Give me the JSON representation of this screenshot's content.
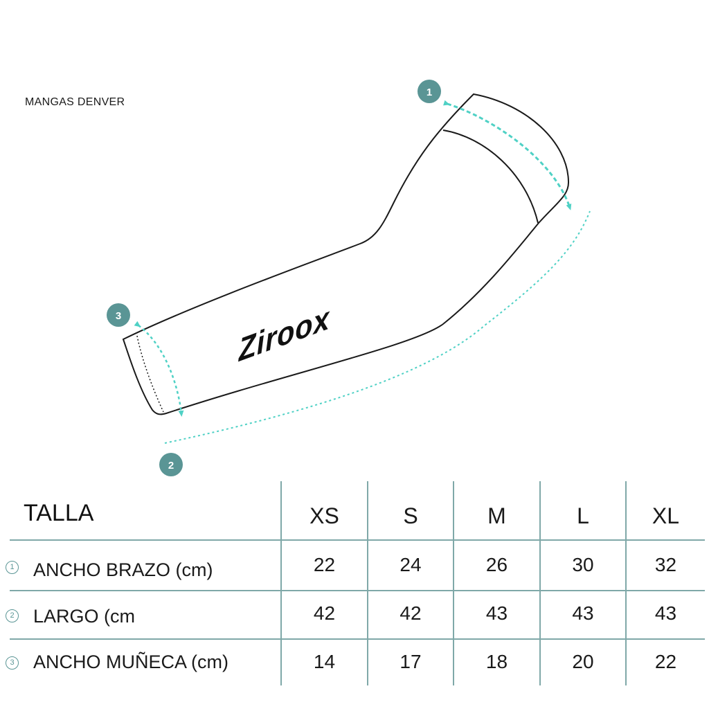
{
  "product": {
    "title": "MANGAS DENVER"
  },
  "illustration": {
    "brand": "Zirоox",
    "badges": [
      "1",
      "2",
      "3"
    ],
    "colors": {
      "badge": "#5a9595",
      "measure_line": "#4fd1c5",
      "outline": "#1a1a1a"
    }
  },
  "table": {
    "header_label": "TALLA",
    "sizes": [
      "XS",
      "S",
      "M",
      "L",
      "XL"
    ],
    "rows": [
      {
        "num": "1",
        "label": "ANCHO BRAZO (cm)",
        "values": [
          "22",
          "24",
          "26",
          "30",
          "32"
        ]
      },
      {
        "num": "2",
        "label": "LARGO  (cm",
        "values": [
          "42",
          "42",
          "43",
          "43",
          "43"
        ]
      },
      {
        "num": "3",
        "label": "ANCHO MUÑECA (cm)",
        "values": [
          "14",
          "17",
          "18",
          "20",
          "22"
        ]
      }
    ],
    "colors": {
      "grid": "#7fa8a8"
    }
  }
}
